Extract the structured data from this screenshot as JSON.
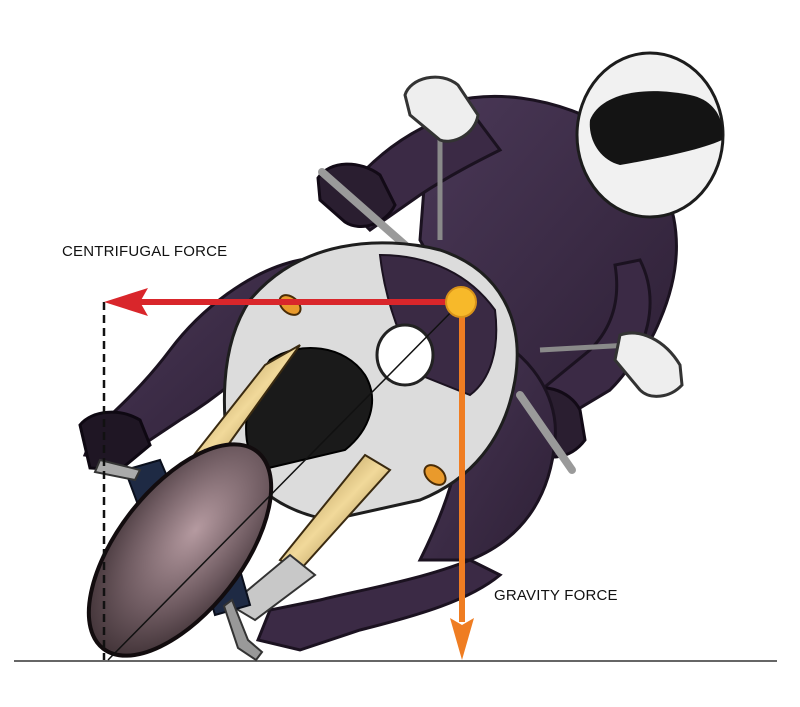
{
  "labels": {
    "centrifugal": "CENTRIFUGAL FORCE",
    "gravity": "GRAVITY FORCE"
  },
  "colors": {
    "suit": "#3b2a45",
    "suit_highlight": "#564466",
    "helmet": "#f1f1f1",
    "visor": "#141414",
    "fairing": "#d9d9d9",
    "chrome": "#c8c8c8",
    "fork_gold": "#c9a35a",
    "tire": "#5d4a4e",
    "centrifugal_arrow": "#d9262b",
    "gravity_arrow": "#ef7d22",
    "center_of_mass": "#f7b92a",
    "ground": "#666666"
  },
  "icons": {
    "center_of_mass": "center-of-mass-dot",
    "centrifugal": "arrow-left-icon",
    "gravity": "arrow-down-icon"
  }
}
